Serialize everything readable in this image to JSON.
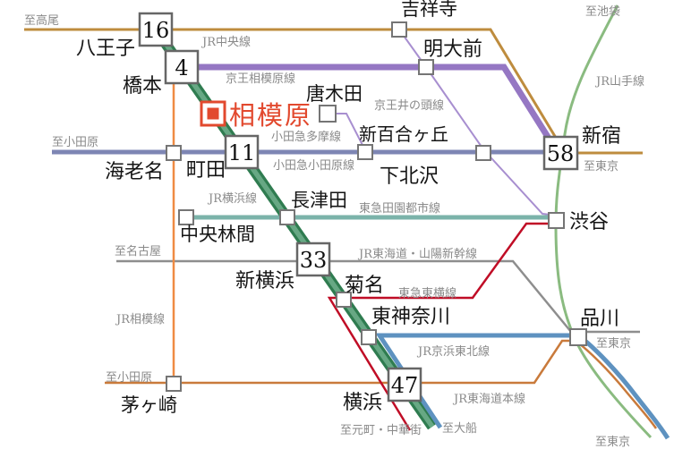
{
  "marker": {
    "label": "相模原",
    "color": "#E2492E"
  },
  "travel_times": {
    "hachioji": "16",
    "hashimoto": "4",
    "machida": "11",
    "shin_yokohama": "33",
    "yokohama": "47",
    "shinjuku": "58"
  },
  "stations": {
    "hachioji": "八王子",
    "hashimoto": "橋本",
    "kichijoji": "吉祥寺",
    "meidaimae": "明大前",
    "shinjuku": "新宿",
    "karakida": "唐木田",
    "shin_yurigaoka": "新百合ヶ丘",
    "shimokitazawa": "下北沢",
    "ebina": "海老名",
    "machida": "町田",
    "nagatsuta": "長津田",
    "shibuya": "渋谷",
    "chuo_rinkan": "中央林間",
    "shin_yokohama": "新横浜",
    "kikuna": "菊名",
    "higashi_kanagawa": "東神奈川",
    "shinagawa": "品川",
    "yokohama": "横浜",
    "chigasaki": "茅ヶ崎"
  },
  "lines": {
    "jr_chuo": {
      "name": "JR中央線",
      "color": "#BE8C3E"
    },
    "keio_sagamihara": {
      "name": "京王相模原線",
      "color": "#9577C3"
    },
    "keio_inokashira": {
      "name": "京王井の頭線",
      "color": "#A88FD0"
    },
    "odakyu_tama": {
      "name": "小田急多摩線",
      "color": "#A88FD0"
    },
    "odakyu_odawara": {
      "name": "小田急小田原線",
      "color": "#7E86B4"
    },
    "jr_yamanote": {
      "name": "JR山手線",
      "color": "#8ABB80"
    },
    "jr_yokohama": {
      "name": "JR横浜線",
      "color_edge": "#2F7C50",
      "color_core": "#67A884"
    },
    "tokyu_denentoshi": {
      "name": "東急田園都市線",
      "color": "#7BB3AA"
    },
    "shinkansen": {
      "name": "JR東海道・山陽新幹線",
      "color": "#8E8E8E"
    },
    "tokyu_toyoko": {
      "name": "東急東横線",
      "color": "#C00D26"
    },
    "jr_keihin_tohoku": {
      "name": "JR京浜東北線",
      "color": "#5E92C0"
    },
    "jr_tokaido": {
      "name": "JR東海道本線",
      "color": "#C97A3B"
    },
    "jr_sagami": {
      "name": "JR相模線",
      "color": "#EF8B43"
    }
  },
  "directions": {
    "takao": "至高尾",
    "ikebukuro": "至池袋",
    "tokyo_shinjuku": "至東京",
    "odawara_odakyu": "至小田原",
    "nagoya": "至名古屋",
    "tokyo_shinagawa": "至東京",
    "odawara_tokaido": "至小田原",
    "motomachi_chukagai": "至元町・中華街",
    "ofuna": "至大船",
    "tokyo_keihin": "至東京"
  }
}
